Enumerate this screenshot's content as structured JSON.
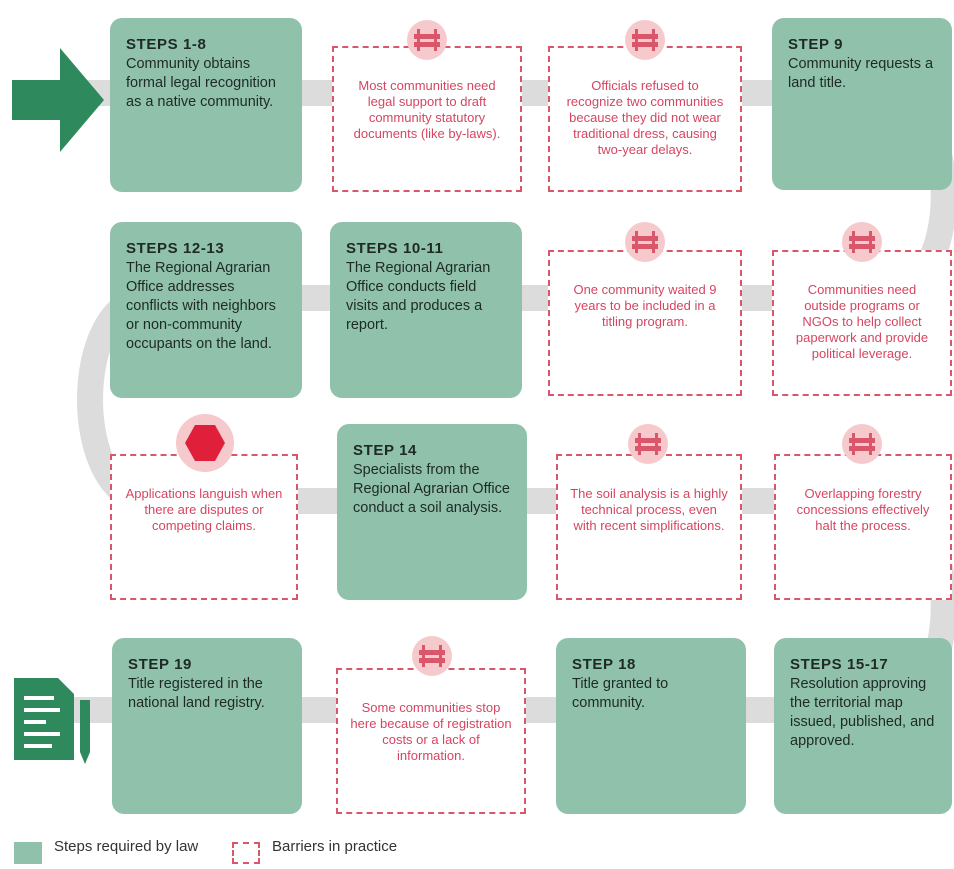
{
  "steps": [
    {
      "title": "STEPS 1-8",
      "text": "Community obtains formal legal recognition as a native community."
    },
    {
      "title": "STEP 9",
      "text": "Community requests a land title."
    },
    {
      "title": "STEPS 12-13",
      "text": "The Regional Agrarian Office addresses conflicts with neighbors or non-community occupants on the land."
    },
    {
      "title": "STEPS 10-11",
      "text": "The Regional Agrarian Office conducts field visits and produces a report."
    },
    {
      "title": "STEP 14",
      "text": "Specialists from the Regional Agrarian Office conduct a soil analysis."
    },
    {
      "title": "STEP 19",
      "text": "Title registered in the national land registry."
    },
    {
      "title": "STEP 18",
      "text": "Title granted to community."
    },
    {
      "title": "STEPS 15-17",
      "text": "Resolution approving the territorial map issued, published, and approved."
    }
  ],
  "barriers": [
    {
      "text": "Most communities need legal support to draft community statutory documents (like by-laws).",
      "icon": "roadblock-icon"
    },
    {
      "text": "Officials refused to recognize two communities because they did not wear traditional dress, causing two-year delays.",
      "icon": "roadblock-icon"
    },
    {
      "text": "One community waited 9 years to be included in a titling program.",
      "icon": "roadblock-icon"
    },
    {
      "text": "Communities need outside programs or NGOs to help collect paperwork and provide political leverage.",
      "icon": "roadblock-icon"
    },
    {
      "text": "Applications languish when there are disputes or competing claims.",
      "icon": "stop-sign-icon"
    },
    {
      "text": "The soil analysis is a highly technical process, even with recent simplifications.",
      "icon": "roadblock-icon"
    },
    {
      "text": "Overlapping forestry concessions effectively halt the process.",
      "icon": "roadblock-icon"
    },
    {
      "text": "Some communities stop here because of registration costs or a lack of information.",
      "icon": "roadblock-icon"
    }
  ],
  "legend": {
    "law": "Steps required by law",
    "barrier": "Barriers in practice"
  },
  "colors": {
    "step": "#8fc1ab",
    "barrier": "#d9566b",
    "arrow": "#2e8a5c",
    "path": "#d9d9d9"
  }
}
